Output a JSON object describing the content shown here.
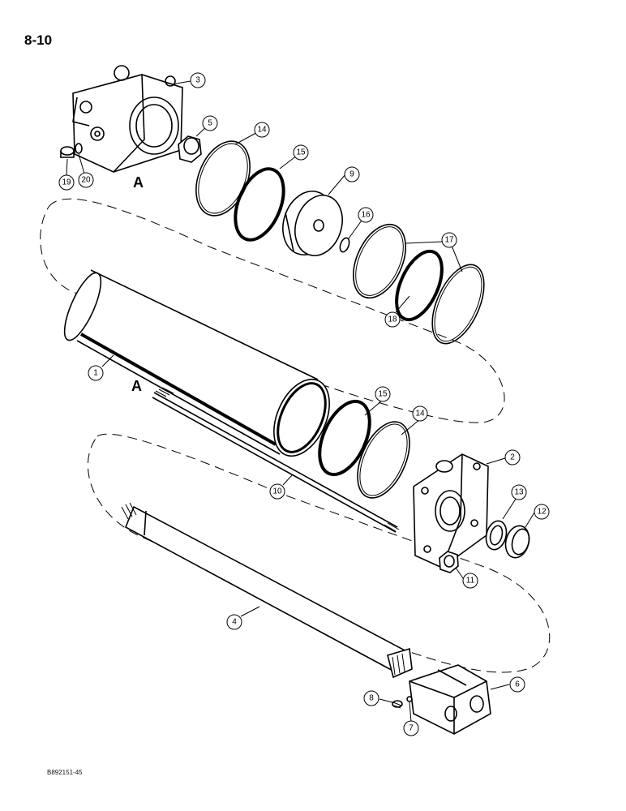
{
  "page_number": "8-10",
  "figure_code": "B892151-45",
  "section_letter": "A",
  "callouts": {
    "c1": "1",
    "c2": "2",
    "c3": "3",
    "c4": "4",
    "c5": "5",
    "c6": "6",
    "c7": "7",
    "c8": "8",
    "c9": "9",
    "c10": "10",
    "c11": "11",
    "c12": "12",
    "c13": "13",
    "c14a": "14",
    "c14b": "14",
    "c15a": "15",
    "c15b": "15",
    "c16": "16",
    "c17": "17",
    "c18": "18",
    "c19": "19",
    "c20": "20"
  }
}
